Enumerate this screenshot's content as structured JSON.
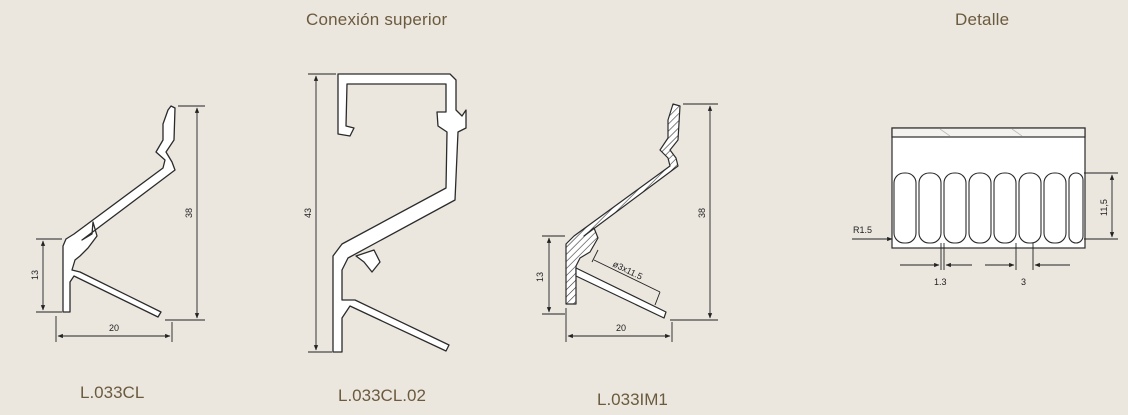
{
  "headings": {
    "top_connection": "Conexión superior",
    "detail": "Detalle"
  },
  "profiles": [
    {
      "code": "L.033CL",
      "height_dim": "38",
      "lower_dim": "13",
      "width_dim": "20"
    },
    {
      "code": "L.033CL.02",
      "height_dim": "43"
    },
    {
      "code": "L.033IM1",
      "height_dim": "38",
      "lower_dim": "13",
      "width_dim": "20",
      "hole_dim": "ø3x11.5"
    }
  ],
  "detail": {
    "radius_dim": "R1.5",
    "gap_dim": "1.3",
    "pitch_dim": "3",
    "slot_height_dim": "11,5"
  },
  "colors": {
    "background": "#ebe7df",
    "accent_text": "#6b5a3e",
    "line": "#2b2b2b"
  }
}
